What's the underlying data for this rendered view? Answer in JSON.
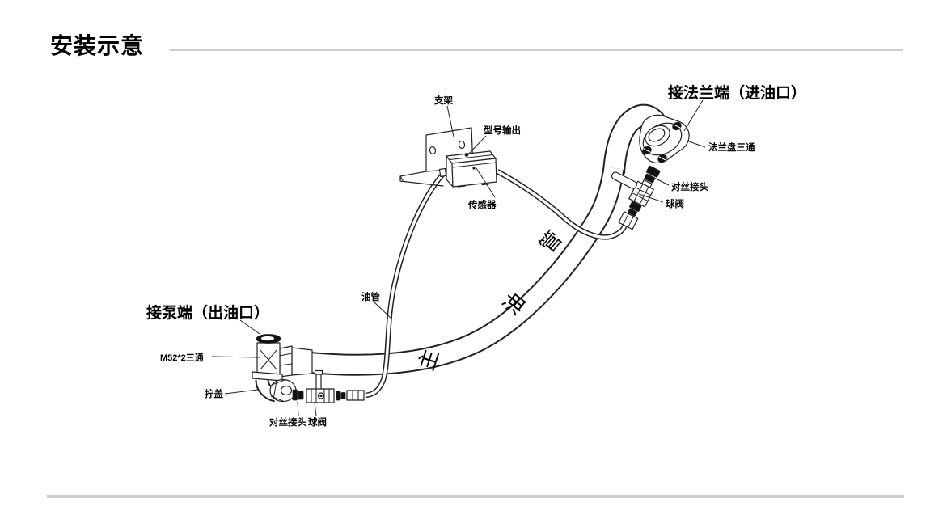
{
  "page": {
    "title": "安装示意"
  },
  "colors": {
    "line": "#222222",
    "dark_fill": "#111111",
    "rule": "#cdcdcd",
    "text": "#000000"
  },
  "diagram": {
    "labels": {
      "bracket": "支架",
      "signal_output": "型号输出",
      "sensor": "传感器",
      "flange_end": "接法兰端（进油口）",
      "flange_tee": "法兰盘三通",
      "union_joint_right": "对丝接头",
      "ball_valve_right": "球阀",
      "oil_pipe": "油管",
      "pump_end": "接泵端（出油口）",
      "tee_m52": "M52*2三通",
      "screw_cap": "拧盖",
      "union_joint_bottom": "对丝接头",
      "ball_valve_bottom": "球阀"
    },
    "main_pipe_text": {
      "char_1": "主",
      "char_2": "油",
      "char_3": "管"
    }
  }
}
